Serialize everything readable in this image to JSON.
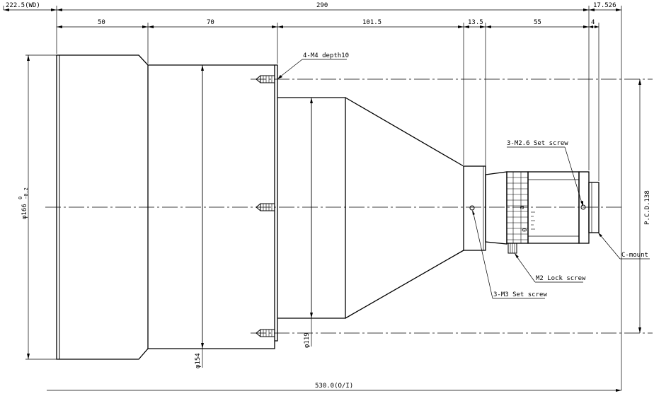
{
  "dimensions": {
    "wd": "222.5(WD)",
    "total_length": "290",
    "back_offset": "17.526",
    "seg_50": "50",
    "seg_70": "70",
    "seg_101_5": "101.5",
    "seg_13_5": "13.5",
    "seg_55": "55",
    "seg_4": "4",
    "overall": "530.0(O/I)",
    "dia_166": "φ166",
    "dia_166_tol_upper": "0",
    "dia_166_tol_lower": "-0.2",
    "dia_154": "φ154",
    "dia_119": "φ119",
    "pcd": "P.C.D.138"
  },
  "callouts": {
    "m4": "4-M4 depth10",
    "m26": "3-M2.6 Set screw",
    "m2": "M2 Lock screw",
    "m3": "3-M3 Set screw",
    "cmount": "C-mount"
  }
}
